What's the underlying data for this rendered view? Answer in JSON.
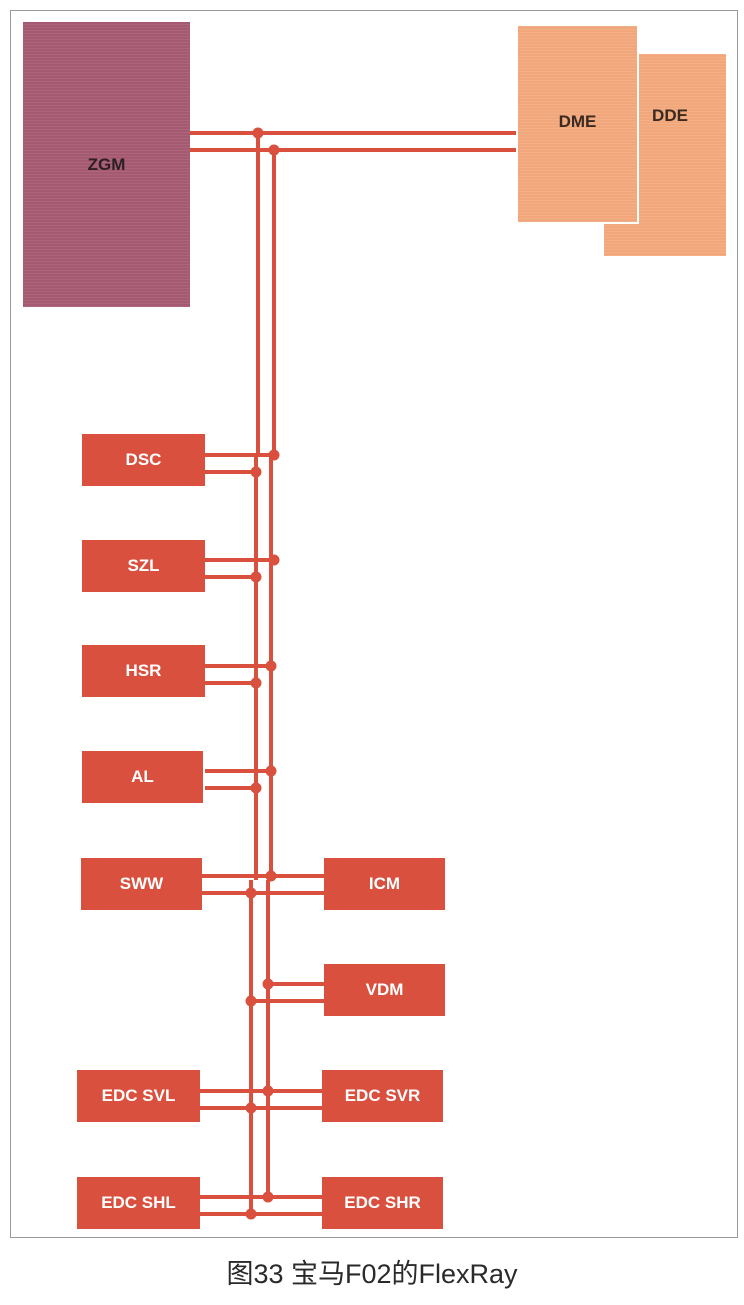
{
  "units": {
    "zgm": "ZGM",
    "dme": "DME",
    "dde": "DDE",
    "dsc": "DSC",
    "szl": "SZL",
    "hsr": "HSR",
    "al": "AL",
    "sww": "SWW",
    "icm": "ICM",
    "vdm": "VDM",
    "edc_svl": "EDC SVL",
    "edc_svr": "EDC SVR",
    "edc_shl": "EDC SHL",
    "edc_shr": "EDC SHR"
  },
  "caption": "图33 宝马F02的FlexRay",
  "colors": {
    "bus": "#d9503f",
    "ecu": "#d9503f",
    "zgm": "#a55a72",
    "engine": "#f2a77b"
  }
}
